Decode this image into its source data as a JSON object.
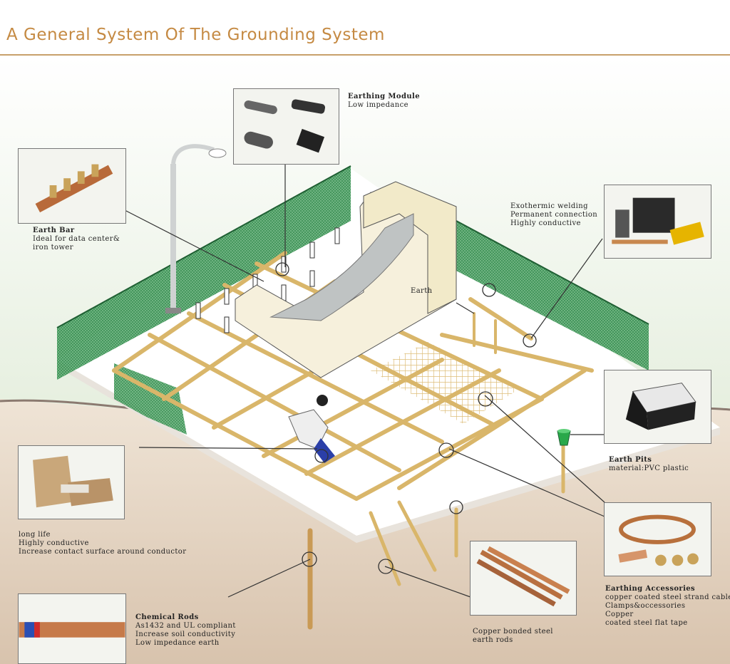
{
  "title": "A General System Of The Grounding System",
  "labels": {
    "earthing_module": {
      "title": "Earthing Module",
      "lines": [
        "Low impedance"
      ]
    },
    "earth_bar": {
      "title": "Earth Bar",
      "lines": [
        "Ideal for data center&",
        "iron tower"
      ]
    },
    "exothermic": {
      "lines": [
        "Exothermic welding",
        "Permanent connection",
        "Highly conductive"
      ]
    },
    "earth_tag": "Earth",
    "earth_pits": {
      "title": "Earth Pits",
      "lines": [
        "material:PVC plastic"
      ]
    },
    "enhancement": {
      "lines": [
        "long life",
        "Highly conductive",
        "Increase contact surface around conductor"
      ]
    },
    "accessories": {
      "title": "Earthing Accessories",
      "lines": [
        "copper coated steel strand cable",
        "Clamps&occessories",
        "Copper",
        "coated steel flat tape"
      ]
    },
    "chemical_rods": {
      "title": "Chemical Rods",
      "lines": [
        "As1432 and UL compliant",
        "Increase soil conductivity",
        "Low impedance earth"
      ]
    },
    "copper_rods": {
      "lines": [
        "Copper bonded steel",
        "earth rods"
      ]
    }
  },
  "colors": {
    "accent": "#c58a43",
    "conductor": "#d9b66a",
    "fence": "#2f8a4a",
    "soil": "#e9ddd0"
  }
}
